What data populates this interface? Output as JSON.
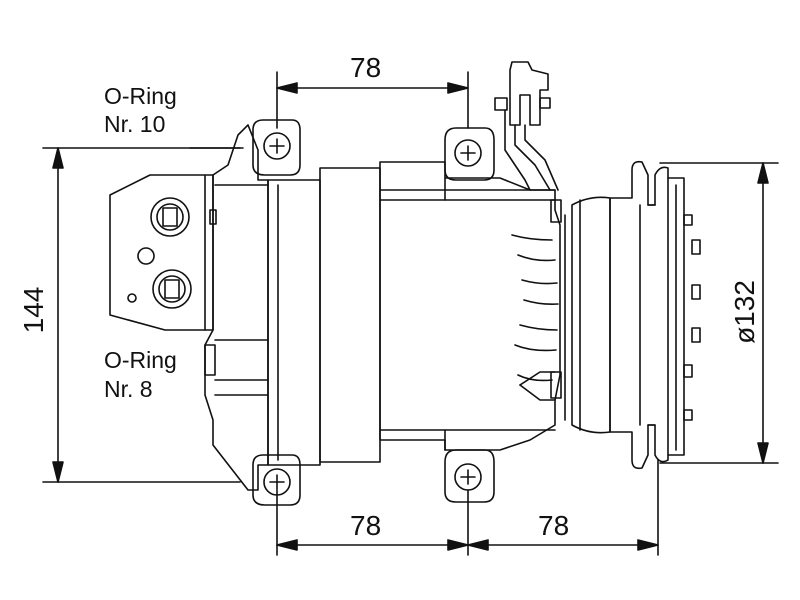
{
  "labels": {
    "oring_top_line1": "O-Ring",
    "oring_top_line2": "Nr. 10",
    "oring_bottom_line1": "O-Ring",
    "oring_bottom_line2": "Nr. 8"
  },
  "dimensions": {
    "top_width": "78",
    "bottom_left_width": "78",
    "bottom_right_width": "78",
    "height": "144",
    "pulley_diameter": "ø132"
  },
  "colors": {
    "line": "#111111",
    "background": "#ffffff"
  }
}
